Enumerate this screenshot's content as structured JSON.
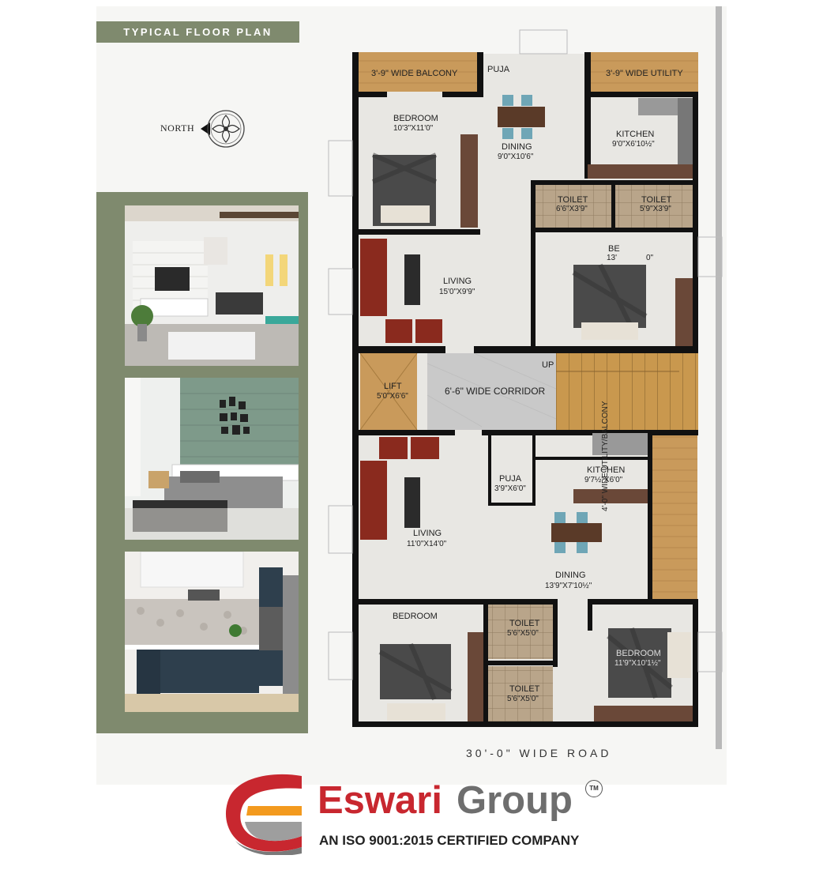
{
  "heading": "TYPICAL FLOOR PLAN",
  "north": "NORTH",
  "road_label": "30'-0\" WIDE ROAD",
  "rooms": {
    "balcony": "3'-9\" WIDE BALCONY",
    "puja_top": "PUJA",
    "utility_top": "3'-9\" WIDE UTILITY",
    "bedroom_tl": "BEDROOM",
    "bedroom_tl_size": "10'3\"X11'0\"",
    "dining_top": "DINING",
    "dining_top_size": "9'0\"X10'6\"",
    "kitchen_top": "KITCHEN",
    "kitchen_top_size": "9'0\"X6'10½\"",
    "toilet_a": "TOILET",
    "toilet_a_size": "6'6\"X3'9\"",
    "toilet_b": "TOILET",
    "toilet_b_size": "5'9\"X3'9\"",
    "bedroom_tr": "BE",
    "bedroom_tr_size": "13'",
    "bedroom_tr_size2": "0\"",
    "living_top": "LIVING",
    "living_top_size": "15'0\"X9'9\"",
    "lift": "LIFT",
    "lift_size": "5'0\"X6'6\"",
    "corridor": "6'-6\" WIDE CORRIDOR",
    "up": "UP",
    "puja_bottom": "PUJA",
    "puja_bottom_size": "3'9\"X6'0\"",
    "kitchen_bottom": "KITCHEN",
    "kitchen_bottom_size": "9'7½\"X6'0\"",
    "utility_side": "4'-0\" WIDE UTILITY/BALCONY",
    "living_bottom": "LIVING",
    "living_bottom_size": "11'0\"X14'0\"",
    "dining_bottom": "DINING",
    "dining_bottom_size": "13'9\"X7'10½\"",
    "bedroom_bl": "BEDROOM",
    "toilet_c": "TOILET",
    "toilet_c_size": "5'6\"X5'0\"",
    "toilet_d": "TOILET",
    "toilet_d_size": "5'6\"X5'0\"",
    "bedroom_br": "BEDROOM",
    "bedroom_br_size": "11'9\"X10'1½\""
  },
  "brand": {
    "name_part1": "Eswari",
    "name_part2": "Group",
    "trademark": "TM",
    "tagline": "AN ISO 9001:2015 CERTIFIED COMPANY"
  },
  "colors": {
    "accent_panel": "#7f8a6e",
    "brand_red": "#c8272f",
    "brand_grey": "#6e6e6e",
    "wall": "#111111",
    "floor": "#e8e7e3",
    "wood": "#c99a5b",
    "corridor": "#c9c9c9"
  }
}
